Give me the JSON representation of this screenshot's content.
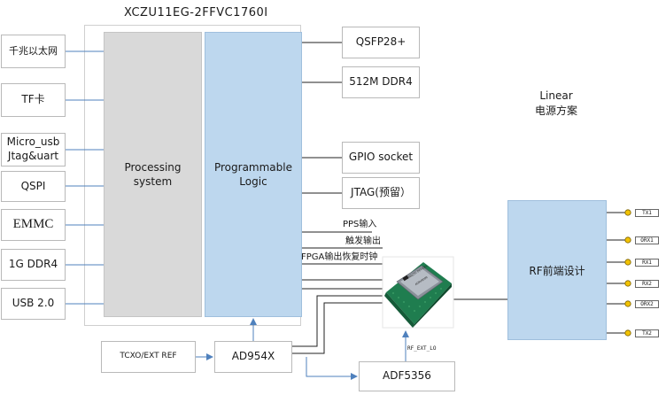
{
  "title": "XCZU11EG-2FFVC1760I",
  "ps_label": "Processing\nsystem",
  "pl_label": "Programmable\nLogic",
  "left_boxes": [
    "千兆以太网",
    "TF卡",
    "Micro_usb\nJtag&uart",
    "QSPI",
    "EMMC",
    "1G DDR4",
    "USB 2.0"
  ],
  "right_boxes": [
    "QSFP28+",
    "512M DDR4",
    "GPIO socket",
    "JTAG(预留）"
  ],
  "signals": [
    "PPS输入",
    "触发输出",
    "FPGA输出恢复时钟"
  ],
  "linear": "Linear\n电源方案",
  "rf_label": "RF前端设计",
  "rf_ports": [
    "TX1",
    "ORX1",
    "RX1",
    "RX2",
    "ORX2",
    "TX2"
  ],
  "tcxo": "TCXO/EXT REF",
  "ad954x": "AD954X",
  "adf5356": "ADF5356",
  "rf_ext_lo": "RF_EXT_LO",
  "chip": {
    "brand": "ANALOG DEVICES",
    "part": "ADRV9009"
  }
}
